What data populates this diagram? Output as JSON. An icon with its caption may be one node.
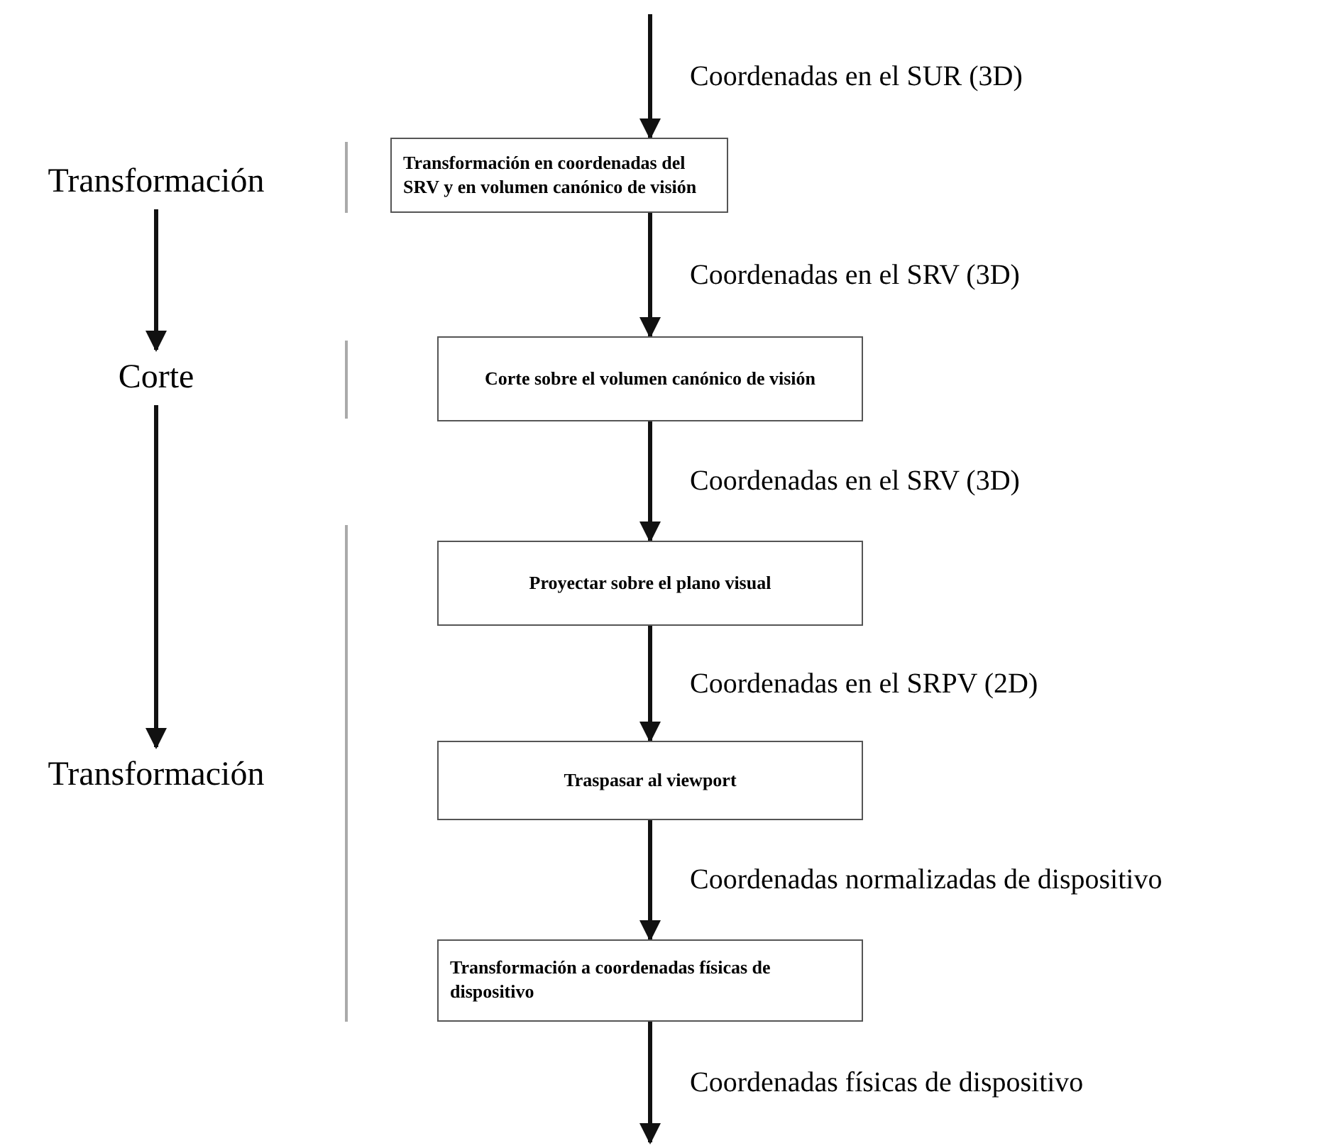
{
  "diagram": {
    "nodes": [
      {
        "text": [
          "Transformación en coordenadas del SRV y en volumen canónico de visión"
        ]
      },
      {
        "text": [
          "Corte sobre el volumen canónico de visión"
        ]
      },
      {
        "text": [
          "Proyectar sobre el plano visual"
        ]
      },
      {
        "text": [
          "Traspasar al viewport"
        ]
      },
      {
        "text": [
          "Transformación a coordenadas físicas de dispositivo"
        ]
      },
      {
        "text": [
          "Transformación"
        ]
      },
      {
        "text": [
          "Corte"
        ]
      },
      {
        "text": [
          "Transformación"
        ]
      }
    ],
    "edges": [
      {
        "from": null,
        "to": 0,
        "arrow": "to",
        "label": "Coordenadas en el SUR (3D)"
      },
      {
        "from": 0,
        "to": 1,
        "arrow": "to",
        "label": "Coordenadas en el SRV (3D)"
      },
      {
        "from": 1,
        "to": 2,
        "arrow": "to",
        "label": "Coordenadas en el SRV (3D)"
      },
      {
        "from": 2,
        "to": 3,
        "arrow": "to",
        "label": "Coordenadas en el SRPV (2D)"
      },
      {
        "from": 3,
        "to": 4,
        "arrow": "to",
        "label": "Coordenadas normalizadas de dispositivo"
      },
      {
        "from": 4,
        "to": null,
        "arrow": "to",
        "label": "Coordenadas físicas de dispositivo"
      },
      {
        "from": 5,
        "to": 6,
        "arrow": "to"
      },
      {
        "from": 6,
        "to": 7,
        "arrow": "to"
      }
    ]
  }
}
